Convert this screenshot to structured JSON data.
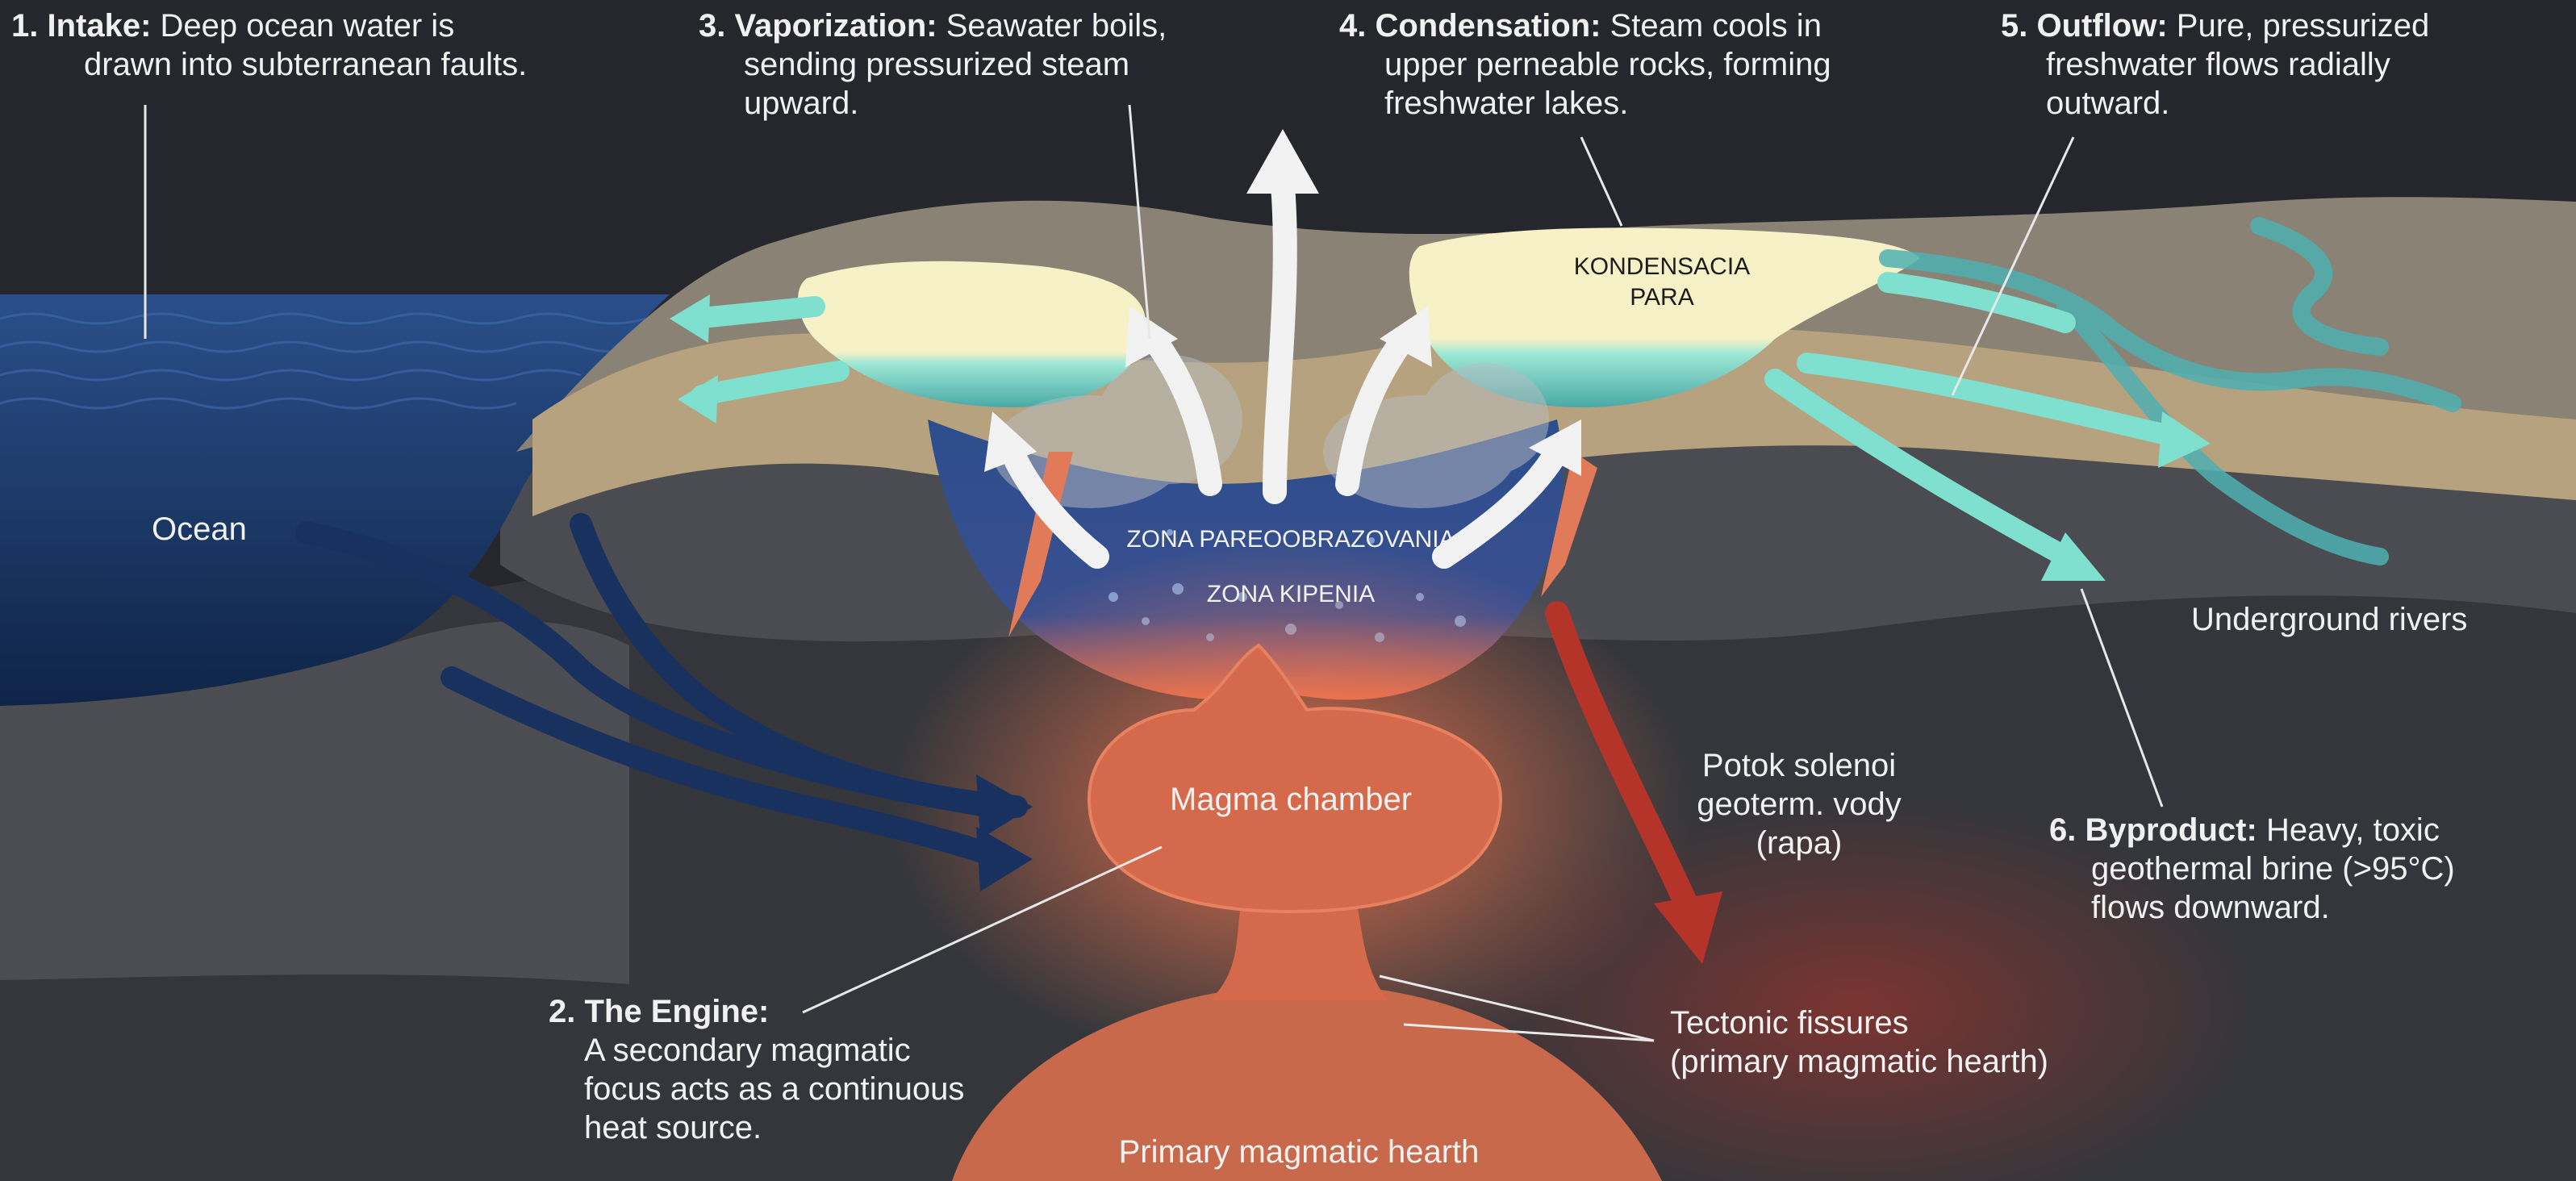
{
  "steps": [
    {
      "num": "1.",
      "title": "Intake:",
      "text_lines": [
        "Deep ocean water is",
        "drawn into subterranean faults."
      ]
    },
    {
      "num": "2.",
      "title": "The Engine:",
      "text_lines": [
        "A secondary magmatic",
        "focus acts as a continuous",
        "heat source."
      ]
    },
    {
      "num": "3.",
      "title": "Vaporization:",
      "text_lines": [
        "Seawater boils,",
        "sending pressurized steam",
        "upward."
      ]
    },
    {
      "num": "4.",
      "title": "Condensation:",
      "text_lines": [
        "Steam cools in",
        "upper perneable rocks, forming",
        "freshwater lakes."
      ]
    },
    {
      "num": "5.",
      "title": "Outflow:",
      "text_lines": [
        "Pure, pressurized",
        "freshwater flows radially",
        "outward."
      ]
    },
    {
      "num": "6.",
      "title": "Byproduct:",
      "text_lines": [
        "Heavy, toxic",
        "geothermal brine (>95°C)",
        "flows downward."
      ]
    }
  ],
  "labels": {
    "ocean": "Ocean",
    "condensation_zone": [
      "KONDENSACIA",
      "PARA"
    ],
    "vaporization_zone": "ZONA PAREOOBRAZOVANIA",
    "boiling_zone": "ZONA KIPENIA",
    "magma_chamber": "Magma chamber",
    "brine_flow": [
      "Potok solenoi",
      "geoterm. vody",
      "(rapa)"
    ],
    "underground_rivers": "Underground rivers",
    "tectonic_fissures": [
      "Tectonic fissures",
      "(primary magmatic hearth)"
    ],
    "primary_hearth": "Primary magmatic hearth"
  },
  "colors": {
    "background": "#25272c",
    "ocean": "#1d3a6b",
    "ocean_deep": "#0f2447",
    "rock_dark": "#3b3d42",
    "rock_mid": "#55565a",
    "sediment": "#a89578",
    "condensation": "#f4efc0",
    "freshwater": "#7fe0cf",
    "magma": "#d46a4b",
    "brine": "#b5342a",
    "steam_arrow": "#f2f2f2",
    "intake_arrow": "#18315e"
  }
}
